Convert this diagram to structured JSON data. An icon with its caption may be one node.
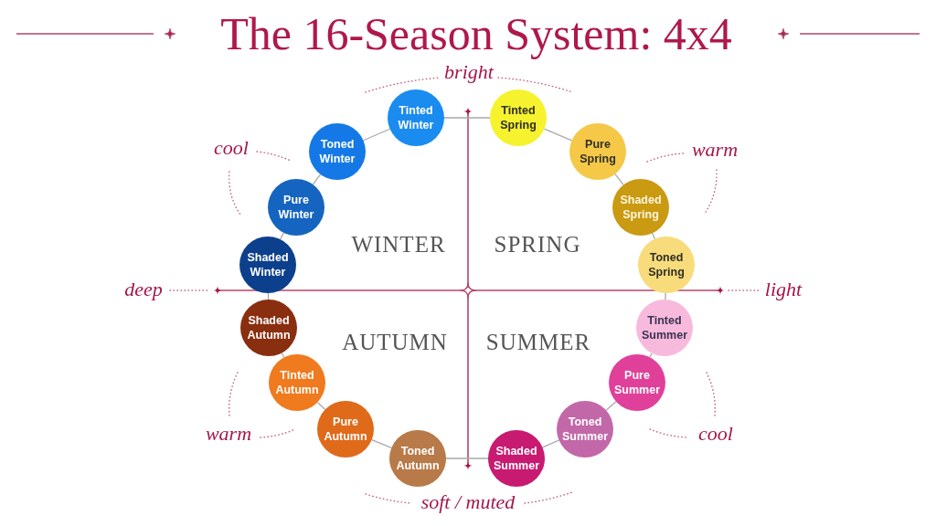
{
  "diagram": {
    "title": "The 16-Season System: 4x4",
    "nodes": [
      {
        "text": [
          "Tinted Winter"
        ]
      },
      {
        "text": [
          "Toned Winter"
        ]
      },
      {
        "text": [
          "Pure Winter"
        ]
      },
      {
        "text": [
          "Shaded Winter"
        ]
      },
      {
        "text": [
          "Tinted Spring"
        ]
      },
      {
        "text": [
          "Pure Spring"
        ]
      },
      {
        "text": [
          "Shaded Spring"
        ]
      },
      {
        "text": [
          "Toned Spring"
        ]
      },
      {
        "text": [
          "Shaded Autumn"
        ]
      },
      {
        "text": [
          "Tinted Autumn"
        ]
      },
      {
        "text": [
          "Pure Autumn"
        ]
      },
      {
        "text": [
          "Toned Autumn"
        ]
      },
      {
        "text": [
          "Tinted Summer"
        ]
      },
      {
        "text": [
          "Pure Summer"
        ]
      },
      {
        "text": [
          "Toned Summer"
        ]
      },
      {
        "text": [
          "Shaded Summer"
        ]
      }
    ],
    "edges": [
      {
        "from": 0,
        "to": 4,
        "arrow": "none"
      },
      {
        "from": 0,
        "to": 1,
        "arrow": "none"
      },
      {
        "from": 4,
        "to": 5,
        "arrow": "none"
      },
      {
        "from": 1,
        "to": 2,
        "arrow": "none"
      },
      {
        "from": 5,
        "to": 6,
        "arrow": "none"
      },
      {
        "from": 2,
        "to": 3,
        "arrow": "none"
      },
      {
        "from": 6,
        "to": 7,
        "arrow": "none"
      },
      {
        "from": 3,
        "to": 8,
        "arrow": "none"
      },
      {
        "from": 7,
        "to": 12,
        "arrow": "none"
      },
      {
        "from": 8,
        "to": 9,
        "arrow": "none"
      },
      {
        "from": 12,
        "to": 13,
        "arrow": "none"
      },
      {
        "from": 9,
        "to": 10,
        "arrow": "none"
      },
      {
        "from": 13,
        "to": 14,
        "arrow": "none"
      },
      {
        "from": 10,
        "to": 11,
        "arrow": "none"
      },
      {
        "from": 14,
        "to": 15,
        "arrow": "none"
      },
      {
        "from": 11,
        "to": 15,
        "arrow": "none"
      }
    ],
    "labels": [
      "bright",
      "cool",
      "warm",
      "WINTER",
      "SPRING",
      "deep",
      "light",
      "AUTUMN",
      "SUMMER",
      "warm",
      "cool",
      "soft / muted"
    ]
  }
}
